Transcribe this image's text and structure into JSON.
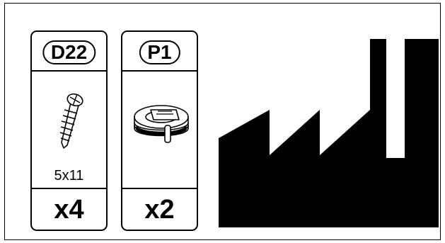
{
  "parts": [
    {
      "code": "D22",
      "spec": "5x11",
      "quantity": "x4",
      "icon": "screw-icon"
    },
    {
      "code": "P1",
      "spec": "",
      "quantity": "x2",
      "icon": "cam-lock-icon"
    }
  ],
  "manufacturer_symbol": {
    "icon": "factory-icon",
    "color": "#000000"
  }
}
